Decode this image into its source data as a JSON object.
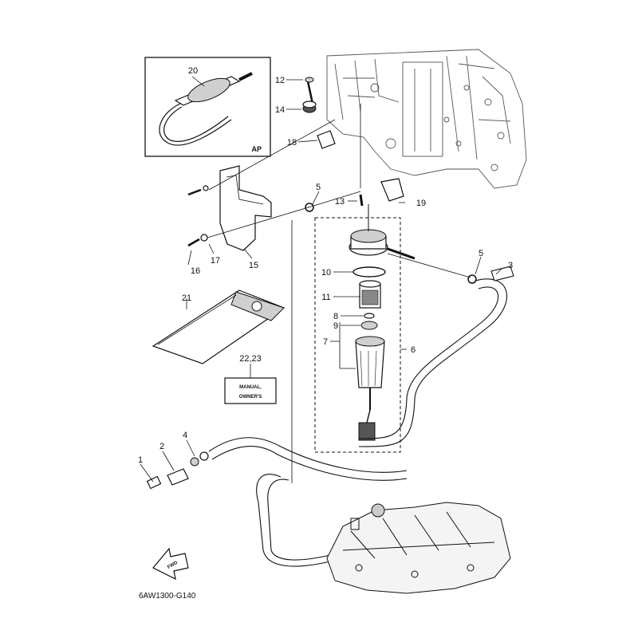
{
  "callouts": [
    {
      "id": "1",
      "label": "1"
    },
    {
      "id": "2",
      "label": "2"
    },
    {
      "id": "3",
      "label": "3"
    },
    {
      "id": "4",
      "label": "4"
    },
    {
      "id": "5a",
      "label": "5"
    },
    {
      "id": "5b",
      "label": "5"
    },
    {
      "id": "6",
      "label": "6"
    },
    {
      "id": "7",
      "label": "7"
    },
    {
      "id": "8",
      "label": "8"
    },
    {
      "id": "9",
      "label": "9"
    },
    {
      "id": "10",
      "label": "10"
    },
    {
      "id": "11",
      "label": "11"
    },
    {
      "id": "12",
      "label": "12"
    },
    {
      "id": "13",
      "label": "13"
    },
    {
      "id": "14",
      "label": "14"
    },
    {
      "id": "15",
      "label": "15"
    },
    {
      "id": "16",
      "label": "16"
    },
    {
      "id": "17",
      "label": "17"
    },
    {
      "id": "18",
      "label": "18"
    },
    {
      "id": "19",
      "label": "19"
    },
    {
      "id": "20",
      "label": "20"
    },
    {
      "id": "21",
      "label": "21"
    },
    {
      "id": "2223",
      "label": "22,23"
    }
  ],
  "inset_tag": "AP",
  "manual_label_line1": "MANUAL,",
  "manual_label_line2": "OWNER'S",
  "fwd_label": "FWD",
  "diagram_code": "6AW1300-G140"
}
